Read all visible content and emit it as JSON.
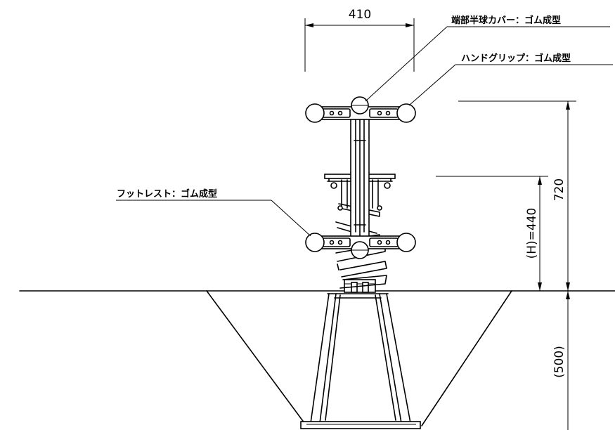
{
  "dimensions": {
    "width_top": "410",
    "height_total": "720",
    "height_seat": "(H)=440",
    "depth": "(500)"
  },
  "callouts": {
    "end_cover": "端部半球カバー：ゴム成型",
    "hand_grip": "ハンドグリップ：ゴム成型",
    "foot_rest": "フットレスト：ゴム成型"
  }
}
